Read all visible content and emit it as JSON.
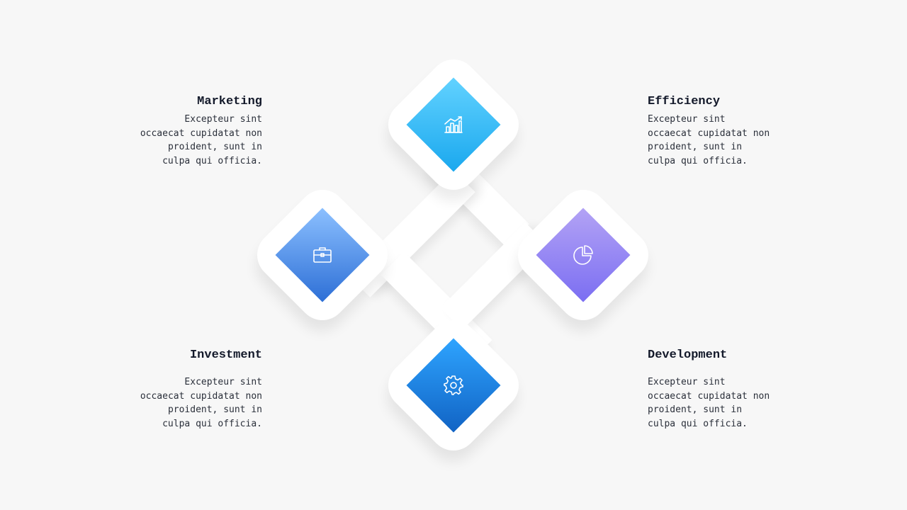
{
  "items": [
    {
      "title": "Marketing",
      "line1": "Excepteur sint",
      "line2": "occaecat cupidatat non",
      "line3": "proident, sunt in",
      "line4": "culpa qui officia.",
      "icon": "growth-chart-icon",
      "color": "#1aa8ee"
    },
    {
      "title": "Efficiency",
      "line1": "Excepteur sint",
      "line2": "occaecat cupidatat non",
      "line3": "proident, sunt in",
      "line4": "culpa qui officia.",
      "icon": "pie-chart-icon",
      "color": "#7b6ef2"
    },
    {
      "title": "Investment",
      "line1": "Excepteur sint",
      "line2": "occaecat cupidatat non",
      "line3": "proident, sunt in",
      "line4": "culpa qui officia.",
      "icon": "briefcase-icon",
      "color": "#2d6fd6"
    },
    {
      "title": "Development",
      "line1": "Excepteur sint",
      "line2": "occaecat cupidatat non",
      "line3": "proident, sunt in",
      "line4": "culpa qui officia.",
      "icon": "gear-icon",
      "color": "#1163c4"
    }
  ]
}
